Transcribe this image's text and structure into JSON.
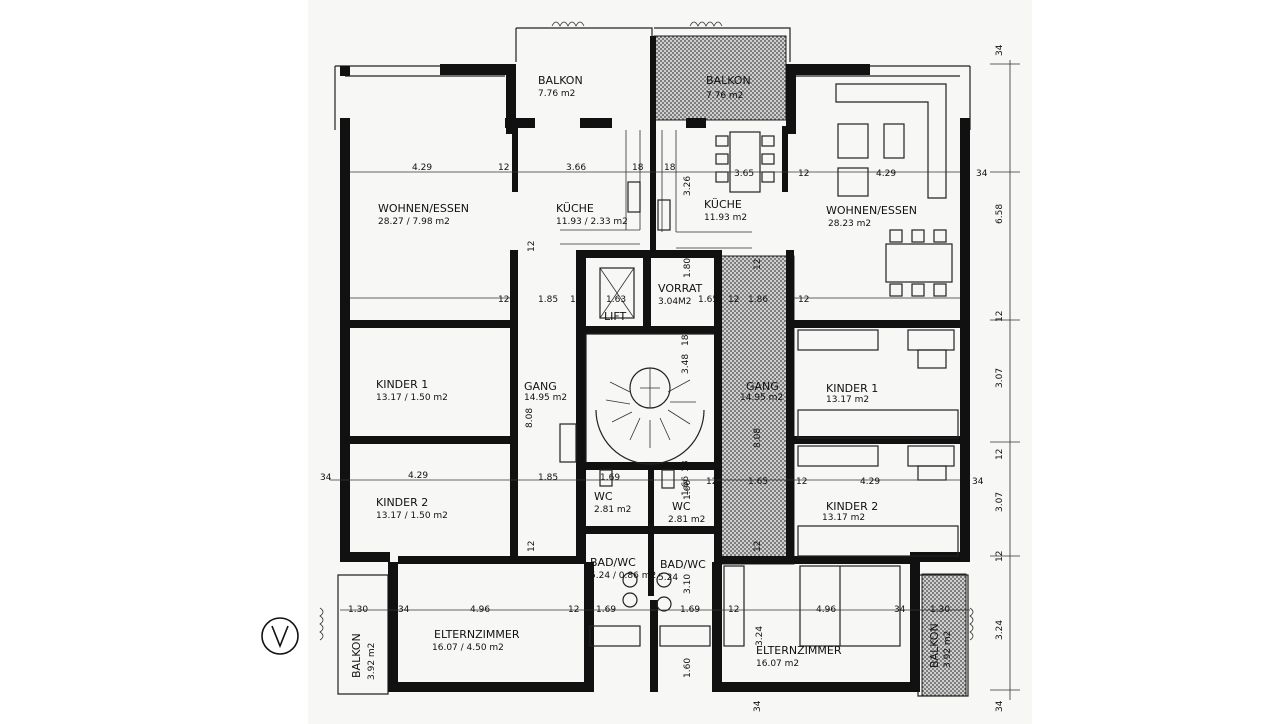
{
  "rooms": {
    "balkon_top_left": {
      "name": "BALKON",
      "area": "7.76  m2"
    },
    "balkon_top_right": {
      "name": "BALKON",
      "area": "7.76  m2"
    },
    "wohnen_left": {
      "name": "WOHNEN/ESSEN",
      "area": "28.27 / 7.98  m2"
    },
    "wohnen_right": {
      "name": "WOHNEN/ESSEN",
      "area": "28.23  m2"
    },
    "kueche_left": {
      "name": "KÜCHE",
      "area": "11.93 / 2.33 m2"
    },
    "kueche_right": {
      "name": "KÜCHE",
      "area": "11.93  m2"
    },
    "vorrat": {
      "name": "VORRAT",
      "area": "3.04M2"
    },
    "lift": {
      "name": "LIFT"
    },
    "kinder1_left": {
      "name": "KINDER 1",
      "area": "13.17 / 1.50  m2"
    },
    "kinder1_right": {
      "name": "KINDER 1",
      "area": "13.17  m2"
    },
    "kinder2_left": {
      "name": "KINDER 2",
      "area": "13.17 / 1.50  m2"
    },
    "kinder2_right": {
      "name": "KINDER 2",
      "area": "13.17  m2"
    },
    "gang_left": {
      "name": "GANG",
      "area": "14.95  m2"
    },
    "gang_right": {
      "name": "GANG",
      "area": "14.95  m2"
    },
    "wc_left": {
      "name": "WC",
      "area": "2.81  m2"
    },
    "wc_right": {
      "name": "WC",
      "area": "2.81  m2"
    },
    "bad_left": {
      "name": "BAD/WC",
      "area": "5.24 / 0.86  m2"
    },
    "bad_right": {
      "name": "BAD/WC",
      "area": "5.24"
    },
    "eltern_left": {
      "name": "ELTERNZIMMER",
      "area": "16.07 / 4.50  m2"
    },
    "eltern_right": {
      "name": "ELTERNZIMMER",
      "area": "16.07  m2"
    },
    "balkon_bottom_left": {
      "name": "BALKON",
      "area": "3.92  m2"
    },
    "balkon_bottom_right": {
      "name": "BALKON",
      "area": "3.92  m2"
    }
  },
  "dimensions": {
    "top": [
      "4.29",
      "12",
      "3.66",
      "18",
      "18",
      "3.26",
      "3.65",
      "12",
      "4.29",
      "34"
    ],
    "mid": [
      "12",
      "1.85",
      "18",
      "1.63",
      "1.65",
      "12",
      "1.86",
      "12"
    ],
    "lower": [
      "34",
      "4.29",
      "1.85",
      "1.69",
      "1.66",
      "12",
      "1.65",
      "12",
      "4.29",
      "34"
    ],
    "bottom": [
      "1.30",
      "34",
      "4.96",
      "12",
      "1.69",
      "1.69",
      "12",
      "4.96",
      "34",
      "1.30"
    ],
    "vertical_right": [
      "34",
      "6.58",
      "12",
      "3.07",
      "12",
      "3.07",
      "12",
      "3.24",
      "34"
    ],
    "vertical_inner": [
      "8.08",
      "8.08",
      "3.48",
      "1.80",
      "1.66",
      "3.10",
      "1.60",
      "3.24",
      "34",
      "12",
      "12",
      "12",
      "12",
      "18",
      "18"
    ]
  }
}
